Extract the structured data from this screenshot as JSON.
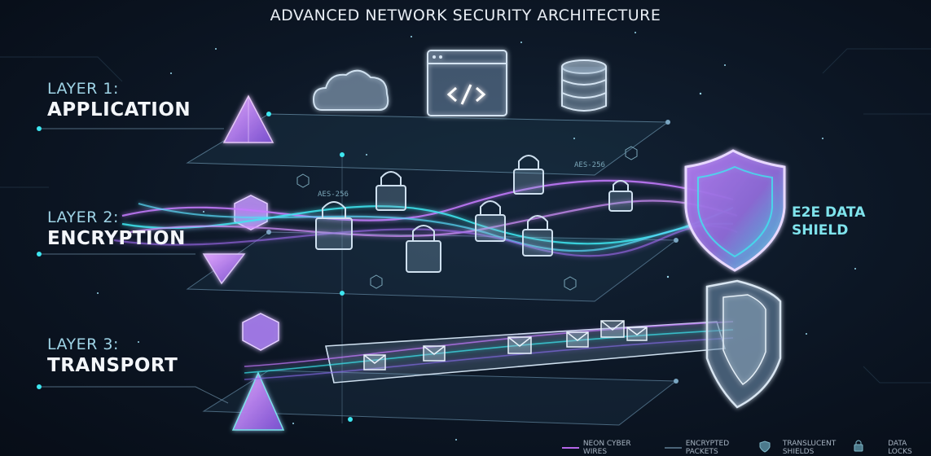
{
  "title": "ADVANCED NETWORK SECURITY ARCHITECTURE",
  "layers": [
    {
      "number": "LAYER 1:",
      "name": "APPLICATION"
    },
    {
      "number": "LAYER 2:",
      "name": "ENCRYPTION"
    },
    {
      "number": "LAYER 3:",
      "name": "TRANSPORT"
    }
  ],
  "shield_label": {
    "line1": "E2E DATA",
    "line2": "SHIELD"
  },
  "cipher_tags": [
    "AES-256",
    "AES-256"
  ],
  "legend": [
    {
      "label": "NEON CYBER WIRES",
      "icon": "wire-line-icon",
      "color": "#b566e8"
    },
    {
      "label": "ENCRYPTED PACKETS",
      "icon": "packet-line-icon",
      "color": "#4b6478"
    },
    {
      "label": "TRANSLUCENT SHIELDS",
      "icon": "shield-icon",
      "color": "#7fb8c8"
    },
    {
      "label": "DATA LOCKS",
      "icon": "lock-icon",
      "color": "#7fb8c8"
    }
  ],
  "colors": {
    "accent_cyan": "#3ee6f0",
    "accent_purple": "#b566e8",
    "background": "#0b1320"
  },
  "icons": [
    "cloud-icon",
    "code-window-icon",
    "database-icon",
    "lock-icon",
    "envelope-icon",
    "shield-icon"
  ]
}
